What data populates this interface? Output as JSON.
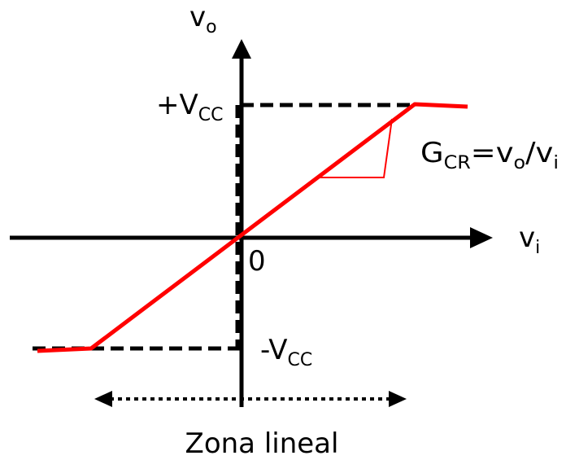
{
  "axes": {
    "vertical": {
      "label": "v",
      "sub": "o"
    },
    "horizontal": {
      "label": "v",
      "sub": "i"
    },
    "origin_label": "0"
  },
  "levels": {
    "upper": {
      "label": "+V",
      "sub": "CC"
    },
    "lower": {
      "label": "-V",
      "sub": "CC"
    }
  },
  "gain": {
    "main": "G",
    "sub1": "CR",
    "mid": "=v",
    "sub2": "o",
    "slash": "/v",
    "sub3": "i"
  },
  "zone": {
    "label": "Zona lineal"
  },
  "colors": {
    "axis": "#000000",
    "transfer": "#ff0000",
    "text": "#000000"
  }
}
